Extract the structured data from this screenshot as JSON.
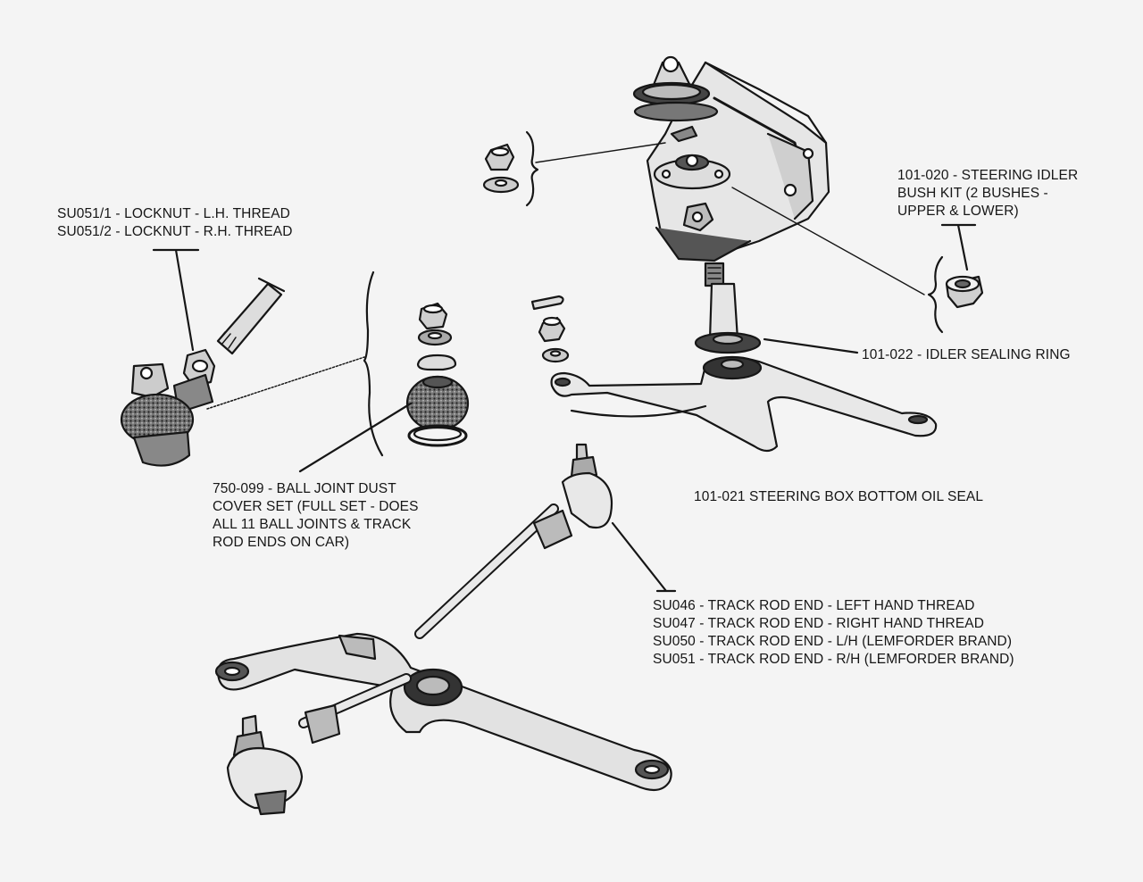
{
  "labels": {
    "locknut": [
      "SU051/1 - LOCKNUT - L.H. THREAD",
      "SU051/2 - LOCKNUT - R.H. THREAD"
    ],
    "idler_bush": [
      "101-020 - STEERING IDLER",
      "BUSH KIT (2 BUSHES -",
      "UPPER & LOWER)"
    ],
    "sealing_ring": "101-022 - IDLER SEALING RING",
    "dust_cover": [
      "750-099 - BALL JOINT DUST",
      "COVER SET (FULL SET - DOES",
      "ALL 11 BALL JOINTS & TRACK",
      "ROD ENDS ON CAR)"
    ],
    "oil_seal": "101-021 STEERING BOX BOTTOM OIL SEAL",
    "track_rod_ends": [
      "SU046 - TRACK ROD END - LEFT HAND THREAD",
      "SU047 - TRACK ROD END - RIGHT HAND THREAD",
      "SU050 - TRACK ROD END - L/H (LEMFORDER BRAND)",
      "SU051 - TRACK ROD END - R/H (LEMFORDER BRAND)"
    ]
  },
  "colors": {
    "background": "#f4f4f4",
    "ink": "#161616",
    "shade": "#9a9a9a"
  }
}
